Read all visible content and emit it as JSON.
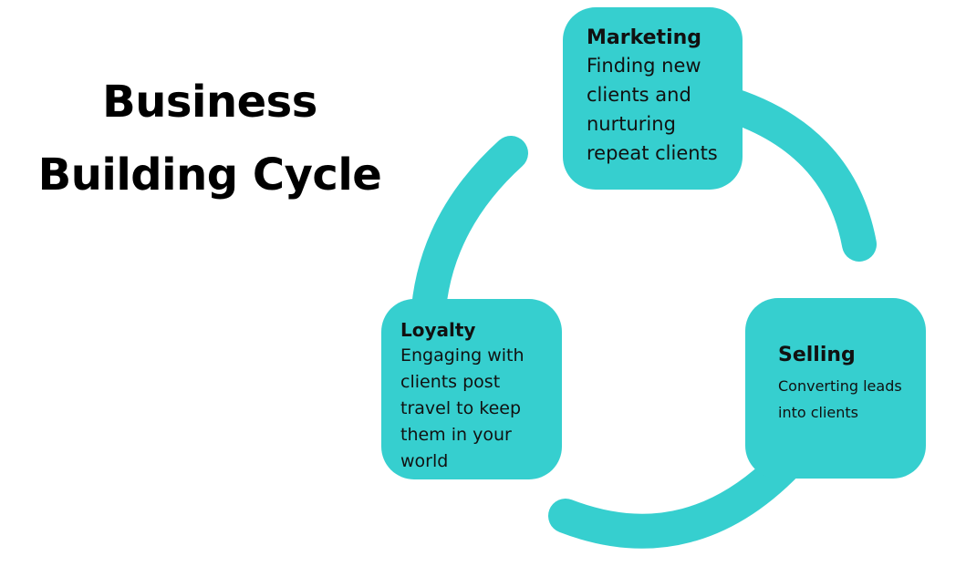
{
  "title": {
    "line1": "Business",
    "line2": "Building Cycle"
  },
  "colors": {
    "accent": "#36cfcf",
    "text": "#000000",
    "background": "#ffffff"
  },
  "stages": {
    "marketing": {
      "title": "Marketing",
      "text": "Finding new clients  and nurturing repeat clients"
    },
    "selling": {
      "title": "Selling",
      "text": "Converting leads into clients"
    },
    "loyalty": {
      "title": "Loyalty",
      "text": "Engaging with clients post travel to keep them in your world"
    }
  }
}
